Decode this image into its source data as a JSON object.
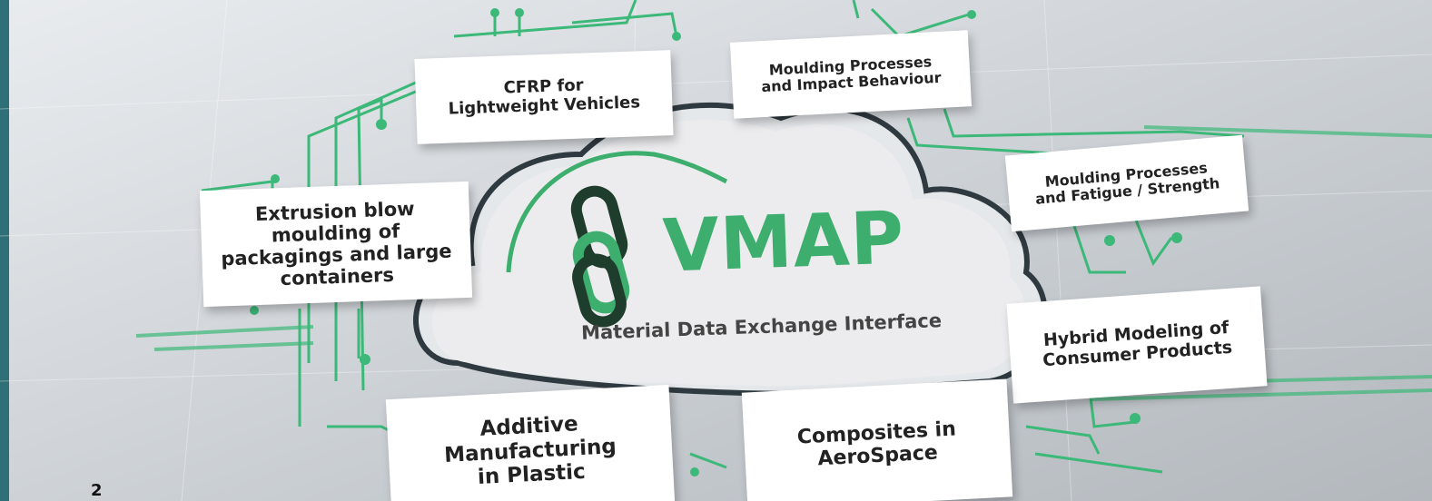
{
  "diagram": {
    "center": {
      "logo_text": "VMAP",
      "subtitle": "Material Data Exchange Interface"
    },
    "boxes": [
      {
        "id": "cfrp",
        "label": "CFRP for\nLightweight Vehicles"
      },
      {
        "id": "impact",
        "label": "Moulding Processes\nand Impact Behaviour"
      },
      {
        "id": "fatigue",
        "label": "Moulding Processes\nand Fatigue / Strength"
      },
      {
        "id": "extrusion",
        "label": "Extrusion blow\nmoulding of\npackagings and large\ncontainers"
      },
      {
        "id": "hybrid",
        "label": "Hybrid Modeling of\nConsumer Products"
      },
      {
        "id": "additive",
        "label": "Additive\nManufacturing\nin Plastic"
      },
      {
        "id": "composites",
        "label": "Composites in\nAeroSpace"
      }
    ]
  },
  "page_number": "2",
  "colors": {
    "accent_green": "#3dae6e",
    "circuit_green": "#3cb878",
    "chain_dark": "#1f3d2c",
    "left_bar": "#2f7078"
  }
}
